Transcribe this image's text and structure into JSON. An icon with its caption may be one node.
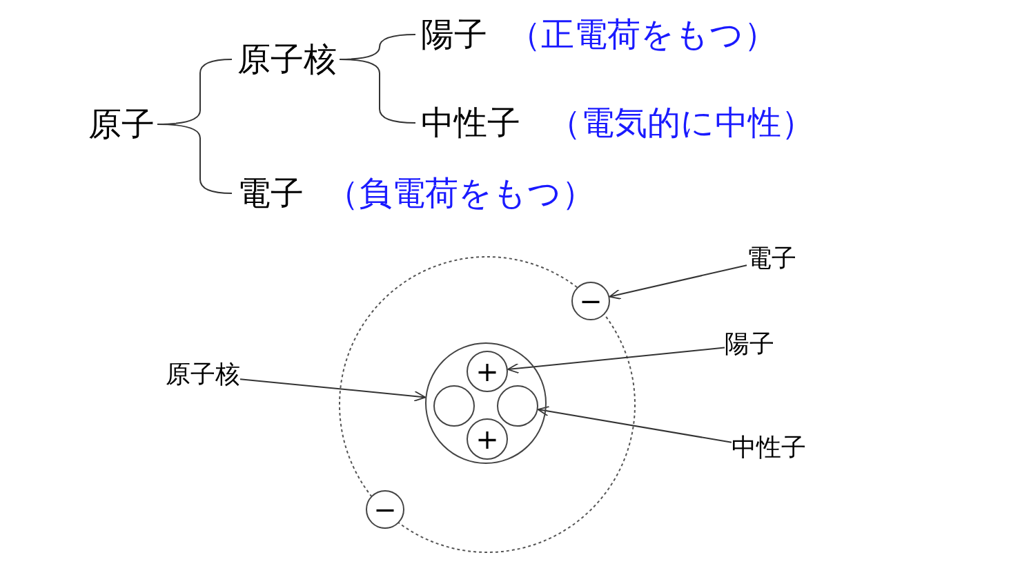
{
  "diagram": {
    "nodes": [
      {
        "text": [
          "原子"
        ]
      },
      {
        "text": [
          "原子核"
        ]
      },
      {
        "text": [
          "陽子"
        ],
        "beside": [
          "（正電荷をもつ）"
        ]
      },
      {
        "text": [
          "中性子"
        ],
        "beside": [
          "（電気的に中性）"
        ]
      },
      {
        "text": [
          "電子"
        ],
        "beside": [
          "（負電荷をもつ）"
        ]
      },
      {
        "text": [
          "電子"
        ]
      },
      {
        "text": [
          "−"
        ]
      },
      {
        "text": [
          "陽子"
        ]
      },
      {
        "text": [
          "原子核"
        ]
      },
      {
        "text": [],
        "shape": "circle"
      },
      {
        "text": [
          "+"
        ],
        "in": 9
      },
      {
        "text": [],
        "shape": "circle",
        "in": 9
      },
      {
        "text": [],
        "shape": "circle",
        "in": 9
      },
      {
        "text": [
          "+"
        ],
        "in": 9
      },
      {
        "text": [
          "中性子"
        ]
      },
      {
        "text": [
          "−"
        ]
      }
    ],
    "edges": [
      {
        "from": 0,
        "to": 1,
        "arrow": "none"
      },
      {
        "from": 0,
        "to": 4,
        "arrow": "none"
      },
      {
        "from": 1,
        "to": 2,
        "arrow": "none"
      },
      {
        "from": 1,
        "to": 3,
        "arrow": "none"
      },
      {
        "from": 5,
        "to": 6,
        "arrow": "to"
      },
      {
        "from": 7,
        "to": 10,
        "arrow": "to"
      },
      {
        "from": 8,
        "to": 9,
        "arrow": "to"
      },
      {
        "from": 14,
        "to": 12,
        "arrow": "to"
      }
    ]
  }
}
